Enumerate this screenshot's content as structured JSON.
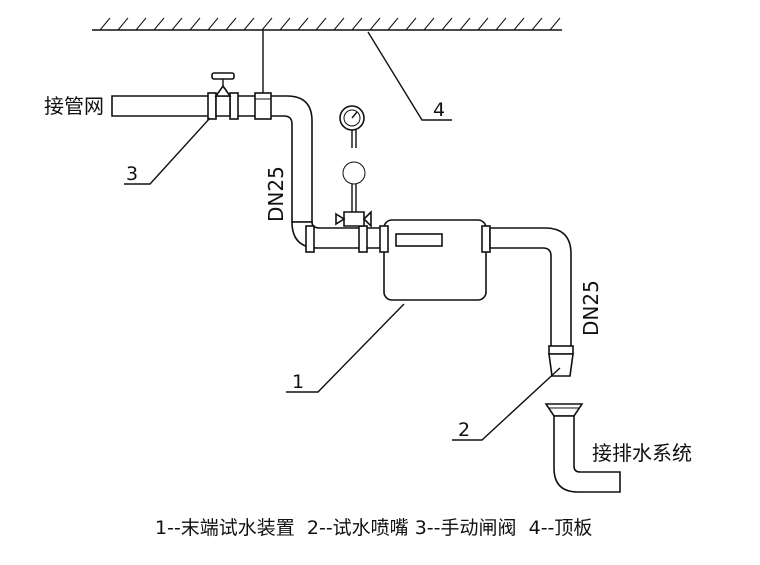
{
  "labels": {
    "inlet": "接管网",
    "drain": "接排水系统",
    "dn_upper": "DN25",
    "dn_lower": "DN25"
  },
  "callouts": {
    "c1": "1",
    "c2": "2",
    "c3": "3",
    "c4": "4"
  },
  "legend": "1--末端试水装置  2--试水喷嘴 3--手动闸阀  4--顶板"
}
